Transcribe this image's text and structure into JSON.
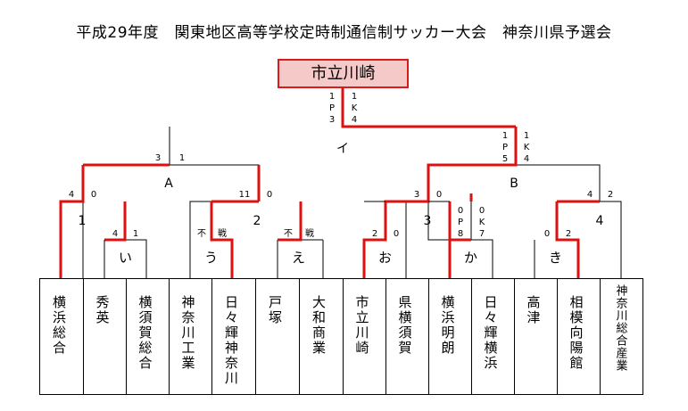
{
  "title": "平成29年度　関東地区高等学校定時制通信制サッカー大会　神奈川県予選会",
  "champion": "市立川崎",
  "teams": [
    "横浜総合",
    "秀英",
    "横須賀総合",
    "神奈川工業",
    "日々輝神奈川",
    "戸塚",
    "大和商業",
    "市立川崎",
    "県横須賀",
    "横浜明朗",
    "日々輝横浜",
    "高津",
    "相模向陽館",
    "神奈川総合産業"
  ],
  "sections": {
    "left": "イ",
    "a": "A",
    "b": "B"
  },
  "rounds": {
    "r1": "1",
    "r2": "2",
    "r3": "3",
    "r4": "4"
  },
  "mids": [
    "い",
    "う",
    "え",
    "お",
    "か",
    "き"
  ],
  "scores": {
    "final_left": [
      "1",
      "P",
      "3"
    ],
    "final_right": [
      "1",
      "K",
      "4"
    ],
    "semi_left": [
      "3",
      "1"
    ],
    "semi_right_pk": [
      "1",
      "P",
      "5"
    ],
    "semi_right_k": [
      "1",
      "K",
      "4"
    ],
    "a_left": [
      "4",
      "0"
    ],
    "a_right": [
      "11",
      "0"
    ],
    "b_left": [
      "3",
      "0"
    ],
    "b_right": [
      "4",
      "2"
    ],
    "m1": [
      "4",
      "1"
    ],
    "m2": [
      "不",
      "戦"
    ],
    "m3": [
      "不",
      "戦"
    ],
    "m4": [
      "2",
      "0"
    ],
    "m5_pk": [
      "0",
      "P",
      "8"
    ],
    "m5_k": [
      "0",
      "K",
      "7"
    ],
    "m6": [
      "0",
      "2"
    ]
  }
}
